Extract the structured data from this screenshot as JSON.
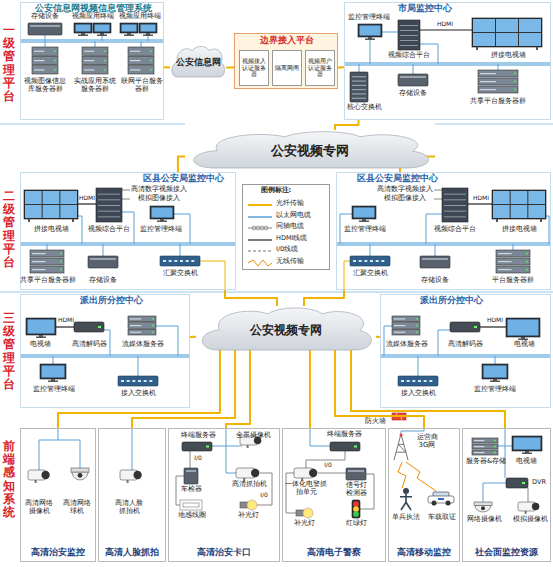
{
  "diagram": {
    "nodes": [
      {
        "text": [
          "公安信息网视频信息管理系统"
        ]
      },
      {
        "text": [
          "公安信息网"
        ]
      },
      {
        "text": [
          "边界接入平台"
        ]
      },
      {
        "text": [
          "视频接入认证服务器"
        ],
        "in": 2
      },
      {
        "text": [
          "隔离网闸"
        ],
        "in": 2
      },
      {
        "text": [
          "视频用户认证服务器"
        ],
        "in": 2
      },
      {
        "text": [
          "市局监控中心"
        ]
      },
      {
        "text": [
          "公安视频专网"
        ]
      },
      {
        "text": [
          "区县公安局监控中心"
        ]
      },
      {
        "text": [
          "区县公安局监控中心"
        ]
      },
      {
        "text": [
          "公安视频专网"
        ]
      },
      {
        "text": [
          "派出所分控中心"
        ]
      },
      {
        "text": [
          "派出所分控中心"
        ]
      },
      {
        "text": [
          "高清治安监控"
        ]
      },
      {
        "text": [
          "高清人脸抓拍"
        ]
      },
      {
        "text": [
          "高清治安卡口"
        ]
      },
      {
        "text": [
          "高清电子警察"
        ]
      },
      {
        "text": [
          "高清移动监控"
        ]
      },
      {
        "text": [
          "社会面监控资源"
        ]
      }
    ],
    "edges": [
      {
        "from": 1,
        "to": 0,
        "arrow": "none"
      },
      {
        "from": 1,
        "to": 2,
        "arrow": "none"
      },
      {
        "from": 2,
        "to": 6,
        "arrow": "none"
      },
      {
        "from": 6,
        "to": 7,
        "arrow": "none"
      },
      {
        "from": 7,
        "to": 8,
        "arrow": "none"
      },
      {
        "from": 7,
        "to": 9,
        "arrow": "none"
      },
      {
        "from": 8,
        "to": 10,
        "arrow": "none"
      },
      {
        "from": 9,
        "to": 10,
        "arrow": "none"
      },
      {
        "from": 10,
        "to": 11,
        "arrow": "none"
      },
      {
        "from": 10,
        "to": 12,
        "arrow": "none"
      },
      {
        "from": 10,
        "to": 13,
        "arrow": "none"
      },
      {
        "from": 10,
        "to": 14,
        "arrow": "none"
      },
      {
        "from": 10,
        "to": 15,
        "arrow": "none"
      },
      {
        "from": 10,
        "to": 16,
        "arrow": "none"
      },
      {
        "from": 10,
        "to": 17,
        "arrow": "none"
      },
      {
        "from": 10,
        "to": 18,
        "arrow": "none"
      }
    ],
    "labels": [
      "一级管理平台",
      "二级管理平台",
      "三级管理平台",
      "前端感知系统",
      "存储设备",
      "视频应用终端",
      "视频应用终端",
      "视频图像信息库服务器群",
      "实战应用系统服务器群",
      "联网平台服务器群",
      "监控管理终端",
      "HDMI",
      "视频综合平台",
      "拼接电视墙",
      "核心交换机",
      "存储设备",
      "共享平台服务器群",
      "高清数字视频接入",
      "模拟图像接入",
      "HDMI",
      "拼接电视墙",
      "视频综合平台",
      "监控管理终端",
      "共享平台服务器群",
      "存储设备",
      "汇聚交换机",
      "图例标注:",
      "高清数字视频接入",
      "模拟图像接入",
      "HDMI",
      "拼接电视墙",
      "视频综合平台",
      "监控管理终端",
      "汇聚交换机",
      "存储设备",
      "平台服务器群",
      "HDMI",
      "电视墙",
      "高清解码器",
      "流媒体服务器",
      "监控管理终端",
      "接入交换机",
      "流媒体服务器",
      "高清解码器",
      "HDMI",
      "电视墙",
      "接入交换机",
      "监控管理终端",
      "防火墙",
      "高清网络摄像机",
      "高清网络球机",
      "高清人脸抓拍机",
      "终端服务器",
      "全景摄像机",
      "车检器",
      "I/0",
      "高清抓拍机",
      "I/0",
      "地感线圈",
      "补光灯",
      "终端服务器",
      "I/0",
      "一体化电警抓拍单元",
      "信号灯检测器",
      "补光灯",
      "红绿灯",
      "运营商 3G网",
      "单兵执法",
      "车载取证",
      "服务器&存储",
      "电视墙",
      "DVR",
      "网络摄像机",
      "模拟摄像机"
    ],
    "legend": [
      {
        "text": "光纤传输"
      },
      {
        "text": "以太网电缆"
      },
      {
        "text": "同轴电缆"
      },
      {
        "text": "HDMI线缆"
      },
      {
        "text": "I/0线缆"
      },
      {
        "text": "无线传输"
      }
    ]
  }
}
